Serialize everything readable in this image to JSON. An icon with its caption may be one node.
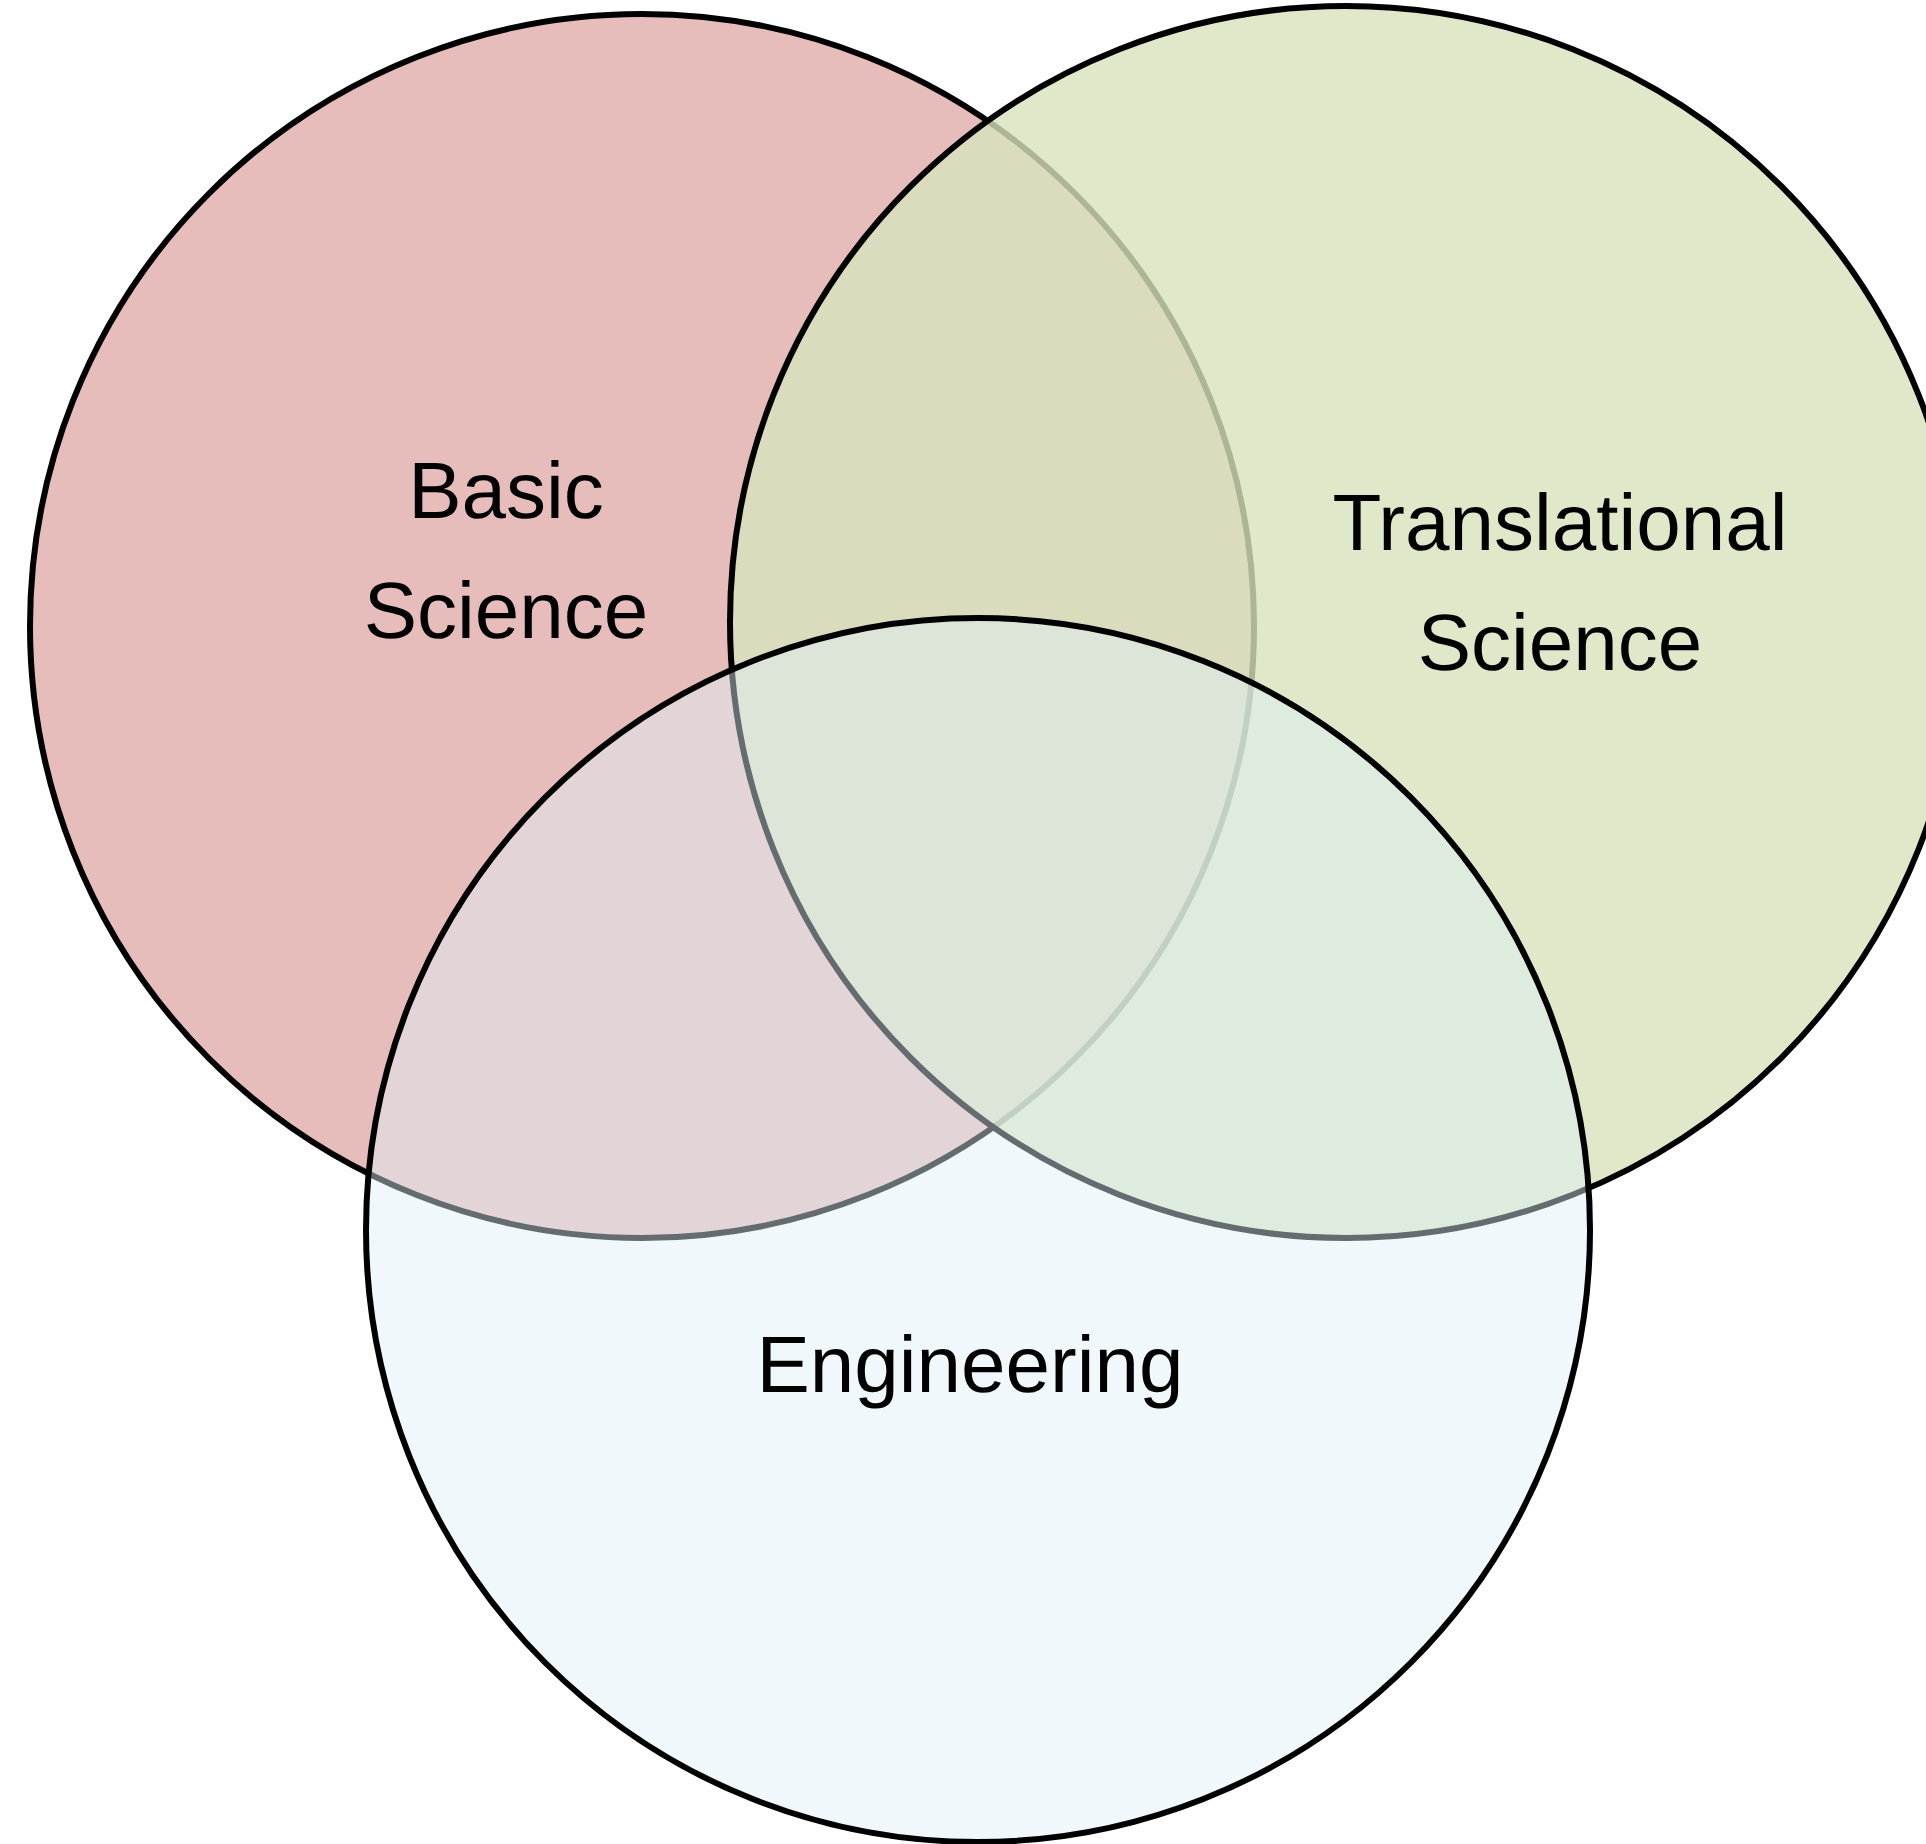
{
  "diagram": {
    "nodes": [
      {
        "text": [
          "Basic Science"
        ]
      },
      {
        "text": [
          "Translational Science"
        ]
      },
      {
        "text": [
          "Engineering"
        ]
      }
    ]
  }
}
